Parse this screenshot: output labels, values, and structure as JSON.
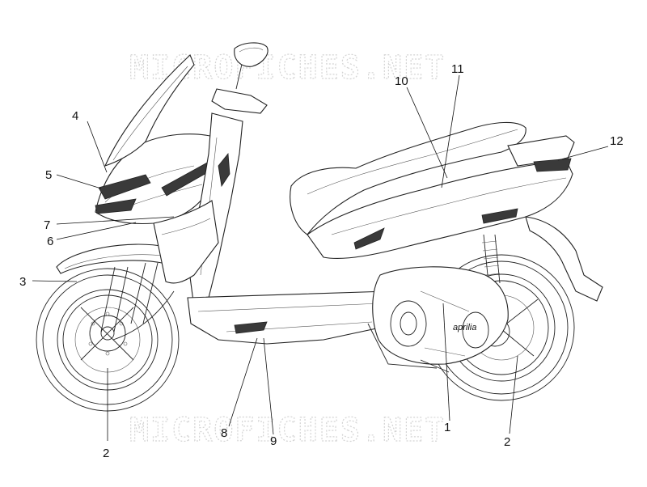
{
  "watermarks": [
    "MICROFICHES.NET",
    "MICROFICHES.NET"
  ],
  "callouts": [
    {
      "id": "c4",
      "label": "4"
    },
    {
      "id": "c5",
      "label": "5"
    },
    {
      "id": "c7",
      "label": "7"
    },
    {
      "id": "c6",
      "label": "6"
    },
    {
      "id": "c3",
      "label": "3"
    },
    {
      "id": "c2a",
      "label": "2"
    },
    {
      "id": "c8",
      "label": "8"
    },
    {
      "id": "c9",
      "label": "9"
    },
    {
      "id": "c10",
      "label": "10"
    },
    {
      "id": "c11",
      "label": "11"
    },
    {
      "id": "c12",
      "label": "12"
    },
    {
      "id": "c1",
      "label": "1"
    },
    {
      "id": "c2b",
      "label": "2"
    }
  ]
}
